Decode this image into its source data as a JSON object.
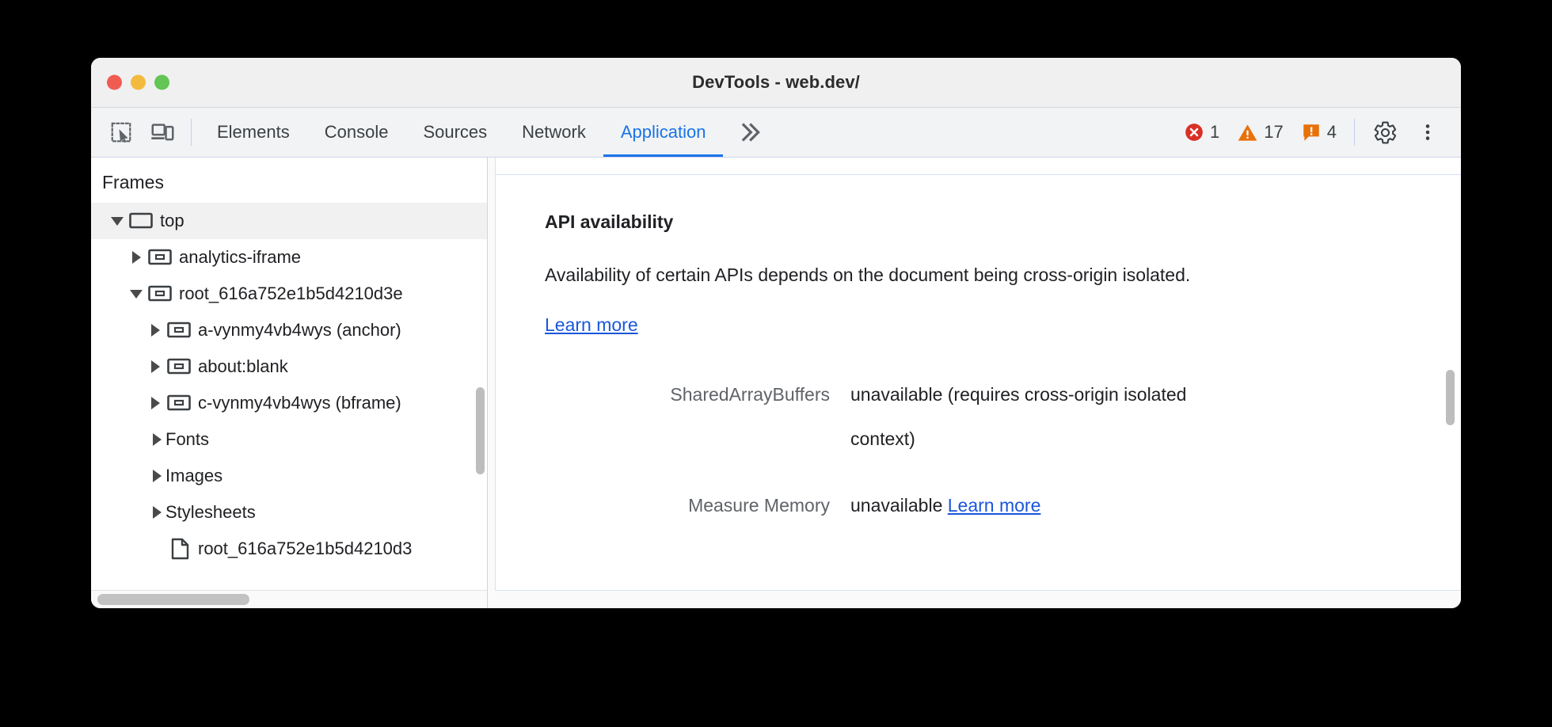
{
  "window": {
    "title": "DevTools - web.dev/",
    "traffic_lights": [
      "close-red",
      "minimize-yellow",
      "maximize-green"
    ]
  },
  "toolbar": {
    "left_icons": [
      {
        "name": "inspect-element-icon",
        "label": "Inspect element"
      },
      {
        "name": "device-toolbar-icon",
        "label": "Toggle device toolbar"
      }
    ],
    "tabs": [
      {
        "label": "Elements",
        "active": false
      },
      {
        "label": "Console",
        "active": false
      },
      {
        "label": "Sources",
        "active": false
      },
      {
        "label": "Network",
        "active": false
      },
      {
        "label": "Application",
        "active": true
      }
    ],
    "more_tabs_label": "»",
    "counters": [
      {
        "name": "error-count",
        "icon": "error-circle-icon",
        "value": "1",
        "color": "#d93025"
      },
      {
        "name": "warning-count",
        "icon": "warning-triangle-icon",
        "value": "17",
        "color": "#e8710a"
      },
      {
        "name": "issue-count",
        "icon": "issue-bubble-icon",
        "value": "4",
        "color": "#e8710a"
      }
    ],
    "settings_label": "Settings",
    "more_options_label": "Customize and control DevTools",
    "accent_color": "#1a73e8"
  },
  "sidebar": {
    "title": "Frames",
    "tree": [
      {
        "label": "top",
        "icon": "frame-icon",
        "state": "open",
        "depth": 0,
        "selected": true
      },
      {
        "label": "analytics-iframe",
        "icon": "iframe-icon",
        "state": "closed",
        "depth": 1,
        "selected": false
      },
      {
        "label": "root_616a752e1b5d4210d3e",
        "icon": "iframe-icon",
        "state": "open",
        "depth": 1,
        "selected": false
      },
      {
        "label": "a-vynmy4vb4wys (anchor)",
        "icon": "iframe-icon",
        "state": "closed",
        "depth": 2,
        "selected": false
      },
      {
        "label": "about:blank",
        "icon": "iframe-icon",
        "state": "closed",
        "depth": 2,
        "selected": false
      },
      {
        "label": "c-vynmy4vb4wys (bframe)",
        "icon": "iframe-icon",
        "state": "closed",
        "depth": 2,
        "selected": false
      },
      {
        "label": "Fonts",
        "icon": "none",
        "state": "closed",
        "depth": "flat",
        "selected": false
      },
      {
        "label": "Images",
        "icon": "none",
        "state": "closed",
        "depth": "flat",
        "selected": false
      },
      {
        "label": "Stylesheets",
        "icon": "none",
        "state": "closed",
        "depth": "flat",
        "selected": false
      },
      {
        "label": "root_616a752e1b5d4210d3",
        "icon": "document-icon",
        "state": "none",
        "depth": "deep",
        "selected": false
      }
    ]
  },
  "main": {
    "section_heading": "API availability",
    "paragraph_prefix": "Availability of certain APIs depends on the document being cross-origin isolated. ",
    "paragraph_link": "Learn more",
    "rows": [
      {
        "key": "SharedArrayBuffers",
        "value": "unavailable",
        "note": "(requires cross-origin isolated context)",
        "link": ""
      },
      {
        "key": "Measure Memory",
        "value": "unavailable",
        "note": "",
        "link": "Learn more"
      }
    ],
    "link_color": "#1a56db"
  }
}
